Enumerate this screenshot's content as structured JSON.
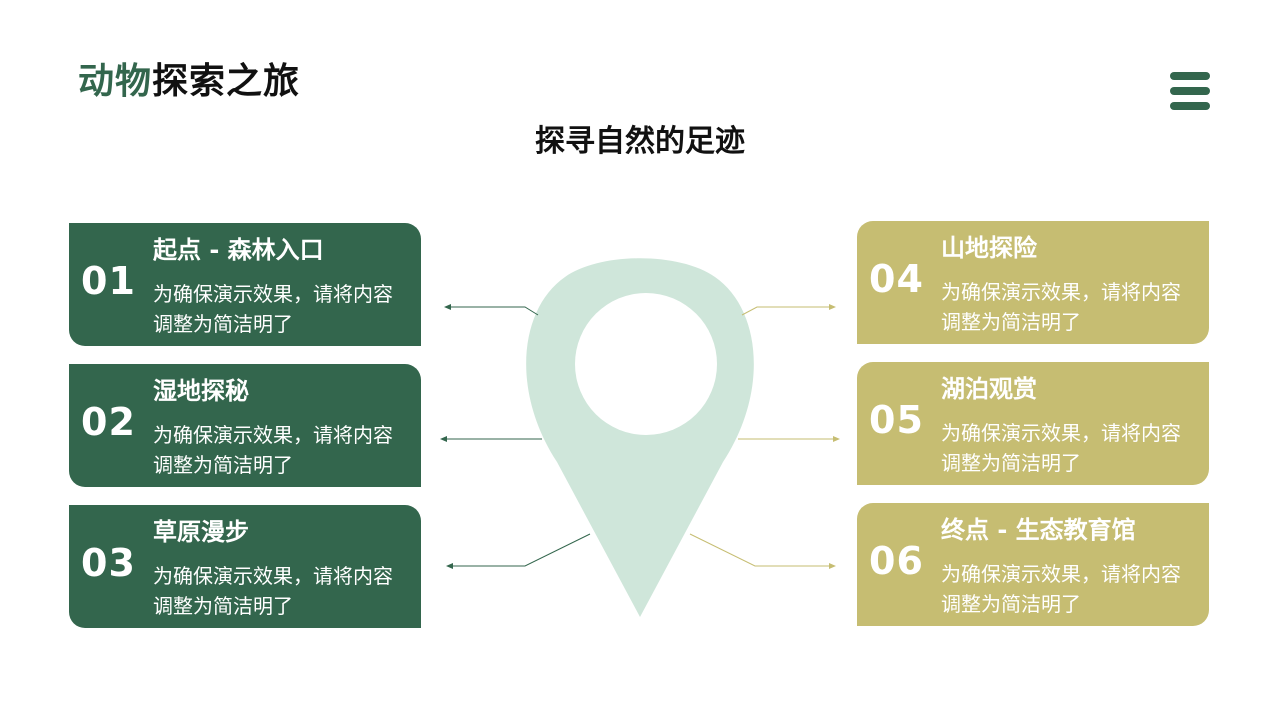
{
  "title": {
    "accent": "动物",
    "main": "探索之旅"
  },
  "subtitle": "探寻自然的足迹",
  "colors": {
    "green": "#33664d",
    "olive": "#c6bd72",
    "pin": "#cfe6da"
  },
  "icons": {
    "menu": "hamburger-menu-icon",
    "pin": "location-pin-icon"
  },
  "cards": [
    {
      "number": "01",
      "heading": "起点 - 森林入口",
      "description": "为确保演示效果，请将内容调整为简洁明了"
    },
    {
      "number": "02",
      "heading": "湿地探秘",
      "description": "为确保演示效果，请将内容调整为简洁明了"
    },
    {
      "number": "03",
      "heading": "草原漫步",
      "description": "为确保演示效果，请将内容调整为简洁明了"
    },
    {
      "number": "04",
      "heading": "山地探险",
      "description": "为确保演示效果，请将内容调整为简洁明了"
    },
    {
      "number": "05",
      "heading": "湖泊观赏",
      "description": "为确保演示效果，请将内容调整为简洁明了"
    },
    {
      "number": "06",
      "heading": "终点 - 生态教育馆",
      "description": "为确保演示效果，请将内容调整为简洁明了"
    }
  ]
}
